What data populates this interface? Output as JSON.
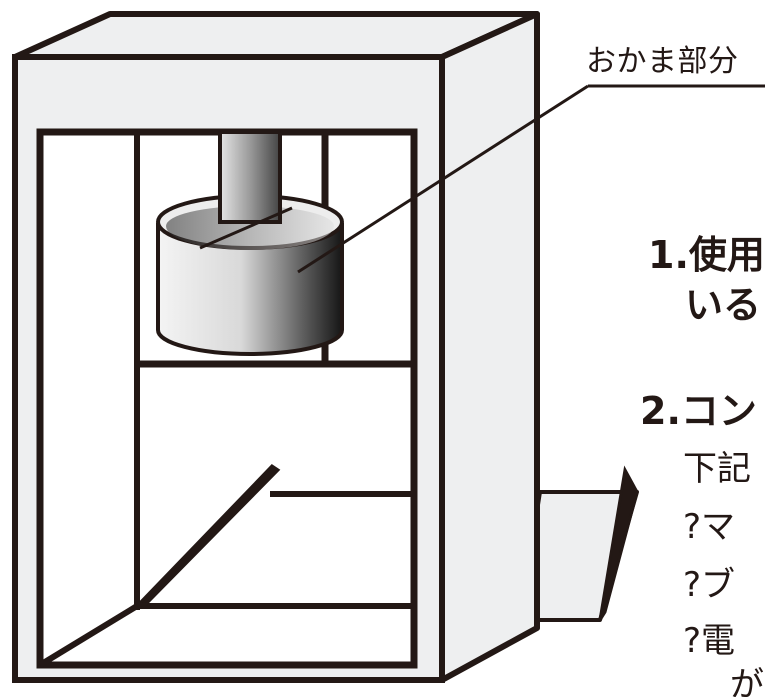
{
  "callout": {
    "label": "おかま部分"
  },
  "instructions": {
    "item1": {
      "line1": "1.使用",
      "line2": "いる"
    },
    "item2": {
      "heading": "2.コン",
      "lines": [
        "下記",
        "?マ",
        "?ブ",
        "?電",
        "が"
      ]
    }
  },
  "colors": {
    "ink": "#231815",
    "panel": "#eeeff0",
    "pot_light": "#f2f2f2",
    "pot_dark": "#161616"
  }
}
